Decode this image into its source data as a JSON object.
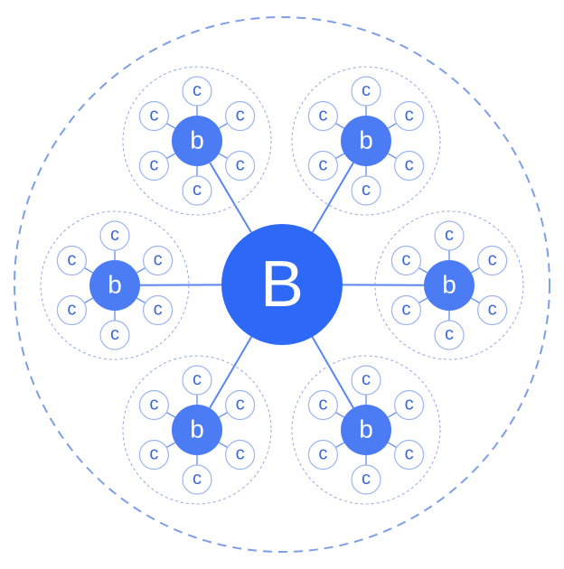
{
  "diagram": {
    "hub": {
      "label": "B"
    },
    "clusters": [
      {
        "label": "b",
        "leaves": [
          "c",
          "c",
          "c",
          "c",
          "c",
          "c"
        ]
      },
      {
        "label": "b",
        "leaves": [
          "c",
          "c",
          "c",
          "c",
          "c",
          "c"
        ]
      },
      {
        "label": "b",
        "leaves": [
          "c",
          "c",
          "c",
          "c",
          "c",
          "c"
        ]
      },
      {
        "label": "b",
        "leaves": [
          "c",
          "c",
          "c",
          "c",
          "c",
          "c"
        ]
      },
      {
        "label": "b",
        "leaves": [
          "c",
          "c",
          "c",
          "c",
          "c",
          "c"
        ]
      },
      {
        "label": "b",
        "leaves": [
          "c",
          "c",
          "c",
          "c",
          "c",
          "c"
        ]
      }
    ]
  },
  "colors": {
    "hub": "#2d68f6",
    "cluster": "#4c7cf4",
    "leaf_text": "#3c68d8",
    "outer_ring": "#7d9ee9"
  }
}
